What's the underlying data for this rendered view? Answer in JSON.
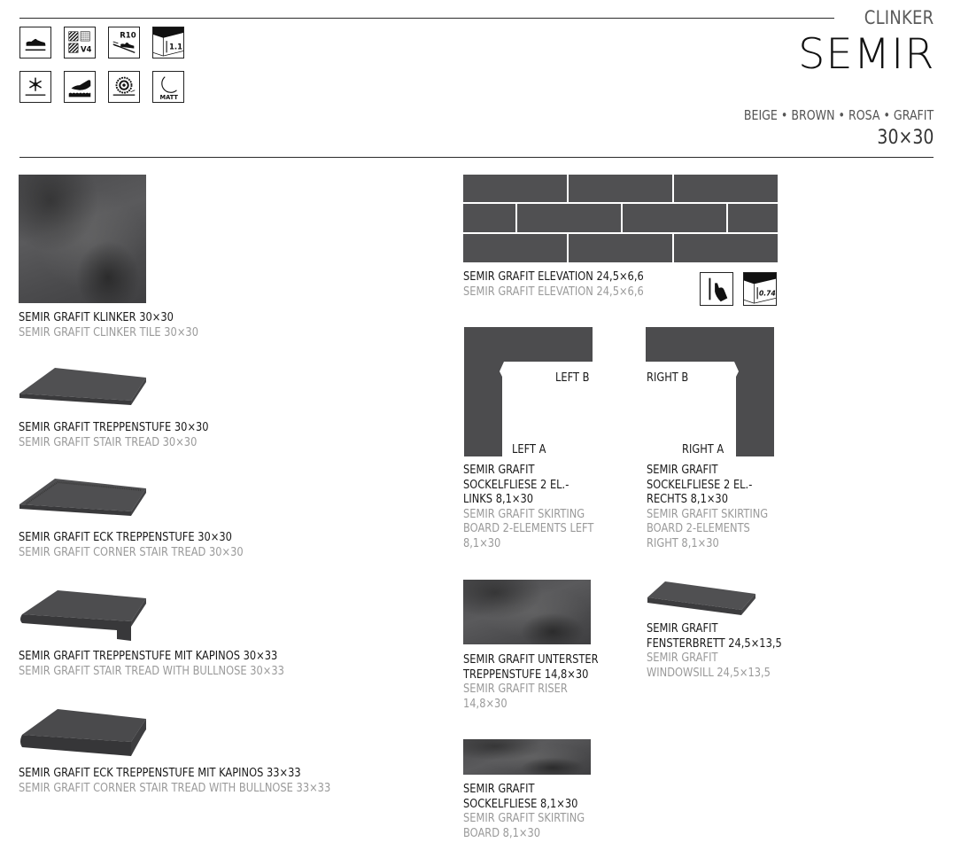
{
  "header": {
    "category": "CLINKER",
    "brand": "SEMIR",
    "colors": "BEIGE • BROWN • ROSA • GRAFIT",
    "size": "30×30"
  },
  "feature_icons": [
    {
      "name": "foot-traffic-icon",
      "label": ""
    },
    {
      "name": "shade-variation-v4-icon",
      "label": "V4"
    },
    {
      "name": "slip-resistance-r10-icon",
      "label": "R10"
    },
    {
      "name": "thickness-icon",
      "label": "1.1"
    },
    {
      "name": "frost-resistant-icon",
      "label": ""
    },
    {
      "name": "water-absorption-icon",
      "label": ""
    },
    {
      "name": "abrasion-resistance-icon",
      "label": ""
    },
    {
      "name": "matt-finish-icon",
      "label": "MATT"
    }
  ],
  "products_left": [
    {
      "name_de": "SEMIR GRAFIT KLINKER 30×30",
      "name_en": "SEMIR GRAFIT CLINKER TILE 30×30"
    },
    {
      "name_de": "SEMIR GRAFIT TREPPENSTUFE 30×30",
      "name_en": "SEMIR GRAFIT STAIR TREAD 30×30"
    },
    {
      "name_de": "SEMIR GRAFIT ECK TREPPENSTUFE 30×30",
      "name_en": "SEMIR GRAFIT CORNER STAIR TREAD 30×30"
    },
    {
      "name_de": "SEMIR GRAFIT TREPPENSTUFE MIT KAPINOS 30×33",
      "name_en": "SEMIR GRAFIT STAIR TREAD WITH BULLNOSE 30×33"
    },
    {
      "name_de": "SEMIR GRAFIT ECK TREPPENSTUFE MIT KAPINOS 33×33",
      "name_en": "SEMIR GRAFIT CORNER STAIR TREAD WITH BULLNOSE 33×33"
    }
  ],
  "elevation": {
    "name_de": "SEMIR GRAFIT ELEVATION 24,5×6,6",
    "name_en": "SEMIR GRAFIT ELEVATION 24,5×6,6",
    "icons": [
      {
        "name": "wall-application-icon",
        "label": ""
      },
      {
        "name": "thickness-icon",
        "label": "0.74"
      }
    ]
  },
  "skirting_2el": {
    "left": {
      "label_a": "LEFT A",
      "label_b": "LEFT B",
      "name_de": [
        "SEMIR GRAFIT",
        "SOCKELFLIESE 2 EL.-",
        "LINKS 8,1×30"
      ],
      "name_en": [
        "SEMIR GRAFIT SKIRTING",
        "BOARD 2-ELEMENTS LEFT",
        "8,1×30"
      ]
    },
    "right": {
      "label_a": "RIGHT A",
      "label_b": "RIGHT B",
      "name_de": [
        "SEMIR GRAFIT",
        "SOCKELFLIESE 2 EL.-",
        "RECHTS 8,1×30"
      ],
      "name_en": [
        "SEMIR GRAFIT SKIRTING",
        "BOARD 2-ELEMENTS",
        "RIGHT 8,1×30"
      ]
    }
  },
  "riser": {
    "name_de": [
      "SEMIR GRAFIT UNTERSTER",
      "TREPPENSTUFE 14,8×30"
    ],
    "name_en": [
      "SEMIR GRAFIT RISER",
      "14,8×30"
    ]
  },
  "windowsill": {
    "name_de": [
      "SEMIR GRAFIT",
      "FENSTERBRETT 24,5×13,5"
    ],
    "name_en": [
      "SEMIR GRAFIT",
      "WINDOWSILL 24,5×13,5"
    ]
  },
  "skirting": {
    "name_de": [
      "SEMIR GRAFIT",
      "SOCKELFLIESE 8,1×30"
    ],
    "name_en": [
      "SEMIR GRAFIT SKIRTING",
      "BOARD 8,1×30"
    ]
  }
}
